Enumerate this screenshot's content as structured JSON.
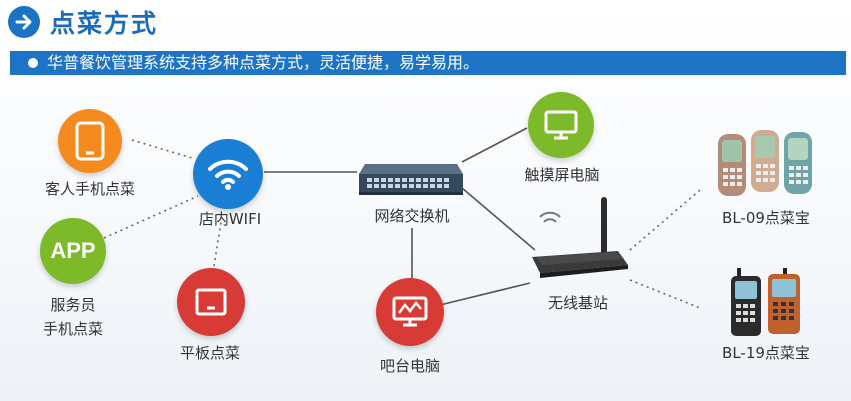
{
  "header": {
    "title": "点菜方式",
    "title_icon": "arrow-right-circle-icon"
  },
  "subtitle": "华普餐饮管理系统支持多种点菜方式，灵活便捷，易学易用。",
  "nodes": {
    "customer_phone": {
      "label": "客人手机点菜",
      "icon": "smartphone-icon",
      "color": "#f58a1f"
    },
    "store_wifi": {
      "label": "店内WIFI",
      "icon": "wifi-icon",
      "color": "#1a7fd4"
    },
    "waiter_app": {
      "label_line1": "服务员",
      "label_line2": "手机点菜",
      "icon_text": "APP",
      "color": "#7cba2a"
    },
    "tablet": {
      "label": "平板点菜",
      "icon": "tablet-icon",
      "color": "#d83a35"
    },
    "switch": {
      "label": "网络交换机",
      "icon": "network-switch-icon"
    },
    "touch_pc": {
      "label": "触摸屏电脑",
      "icon": "monitor-icon",
      "color": "#7cba2a"
    },
    "bar_pc": {
      "label": "吧台电脑",
      "icon": "monitor-chart-icon",
      "color": "#d83a35"
    },
    "base_station": {
      "label": "无线基站",
      "icon": "wireless-router-icon"
    },
    "bl09": {
      "label": "BL-09点菜宝",
      "icon": "handheld-device-icon"
    },
    "bl19": {
      "label": "BL-19点菜宝",
      "icon": "handheld-device-icon"
    }
  },
  "colors": {
    "accent": "#1d74c7",
    "title": "#1a6cbb"
  }
}
